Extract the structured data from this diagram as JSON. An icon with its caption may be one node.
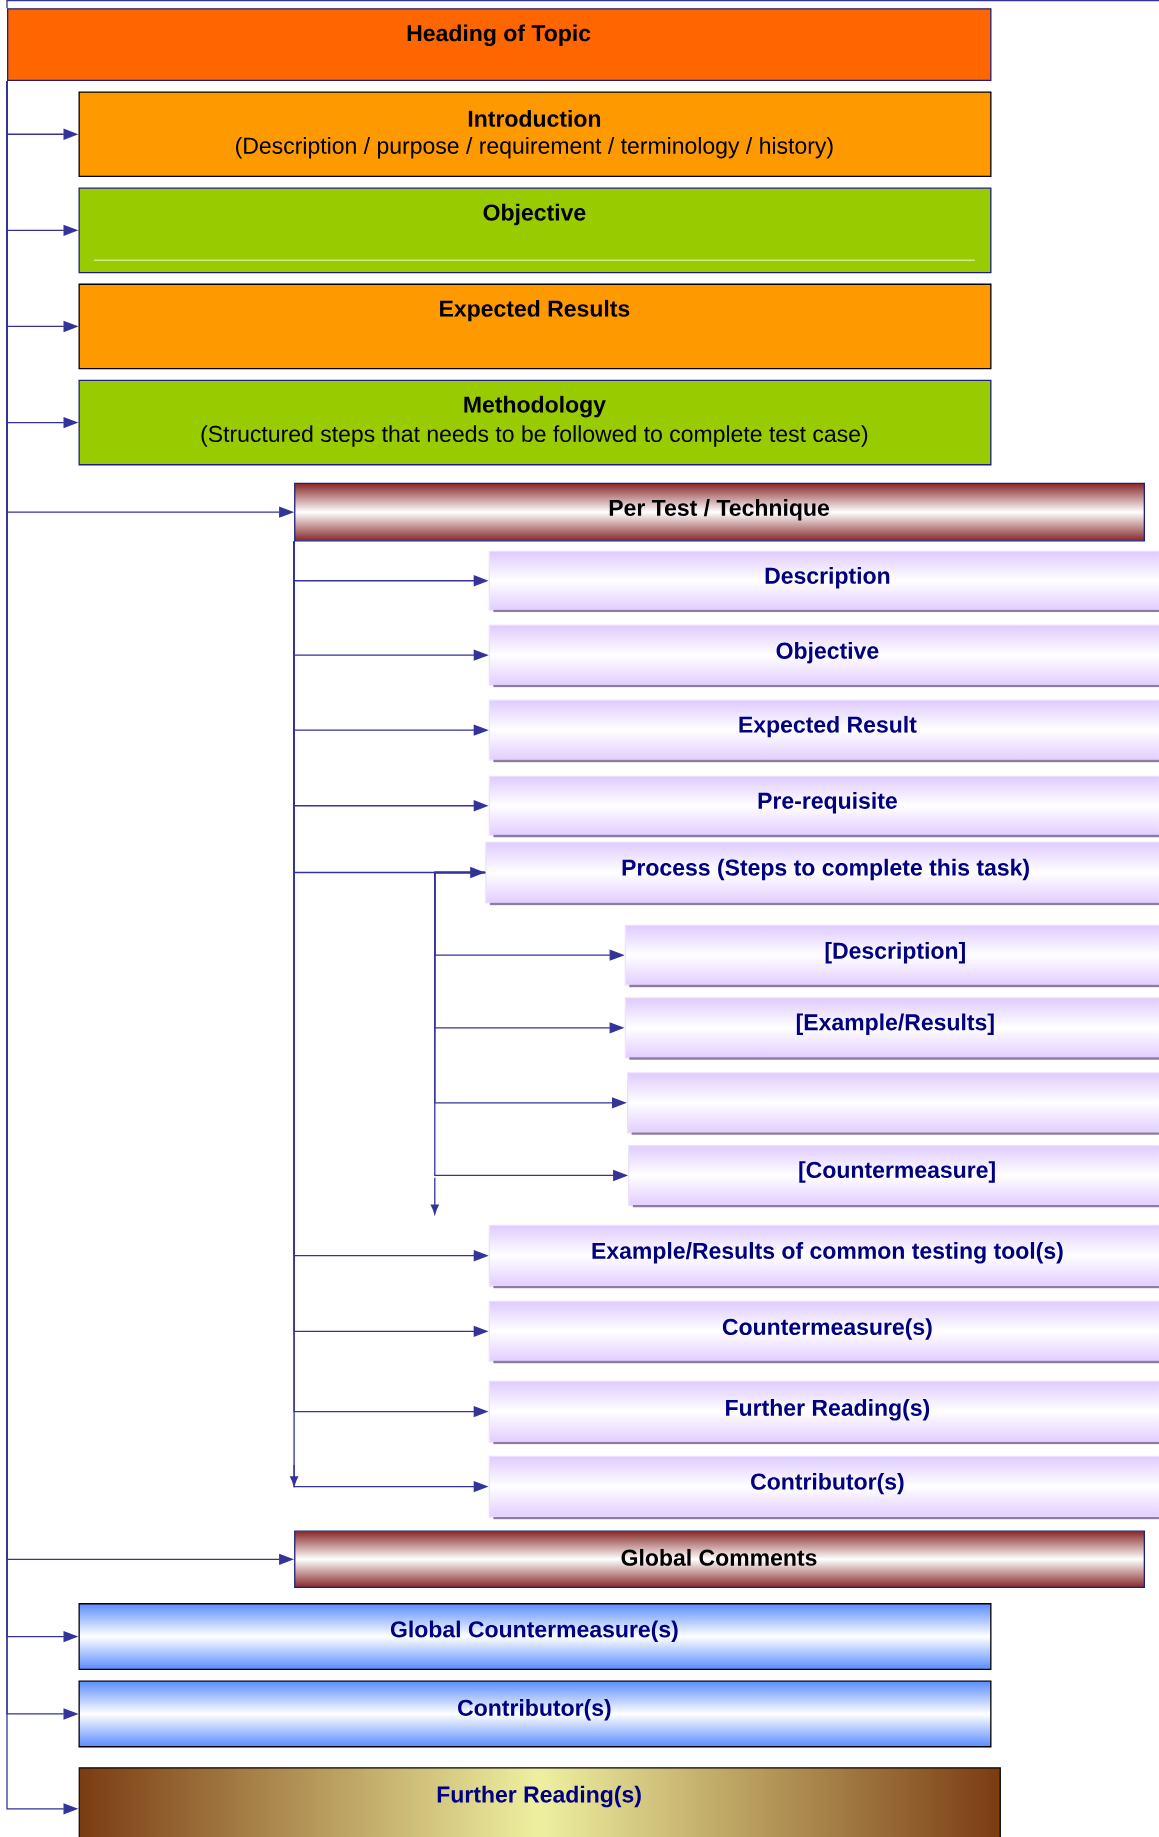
{
  "diagram": {
    "nodes": [
      {
        "text": [
          "Heading of Topic"
        ]
      },
      {
        "text": [
          "Introduction",
          "(Description / purpose / requirement / terminology / history)"
        ]
      },
      {
        "text": [
          "Objective"
        ]
      },
      {
        "text": [
          "Expected Results"
        ]
      },
      {
        "text": [
          "Methodology",
          "(Structured steps that needs to be followed to complete test case)"
        ]
      },
      {
        "text": [
          "Per Test / Technique"
        ]
      },
      {
        "text": [
          "Description"
        ]
      },
      {
        "text": [
          "Objective"
        ]
      },
      {
        "text": [
          "Expected Result"
        ]
      },
      {
        "text": [
          "Pre-requisite"
        ]
      },
      {
        "text": [
          "Process (Steps to complete this task)"
        ]
      },
      {
        "text": [
          "[Description]"
        ]
      },
      {
        "text": [
          "[Example/Results]"
        ]
      },
      {
        "text": [],
        "shape": "box"
      },
      {
        "text": [
          "[Countermeasure]"
        ]
      },
      {
        "text": [
          "Example/Results of common testing tool(s)"
        ]
      },
      {
        "text": [
          "Countermeasure(s)"
        ]
      },
      {
        "text": [
          "Further Reading(s)"
        ]
      },
      {
        "text": [
          "Contributor(s)"
        ]
      },
      {
        "text": [
          "Global Comments"
        ]
      },
      {
        "text": [
          "Global Countermeasure(s)"
        ]
      },
      {
        "text": [
          "Contributor(s)"
        ]
      },
      {
        "text": [
          "Further Reading(s)"
        ]
      }
    ],
    "edges": [
      {
        "from": 0,
        "to": 1,
        "arrow": "to"
      },
      {
        "from": 0,
        "to": 2,
        "arrow": "to"
      },
      {
        "from": 0,
        "to": 3,
        "arrow": "to"
      },
      {
        "from": 0,
        "to": 4,
        "arrow": "to"
      },
      {
        "from": 0,
        "to": 5,
        "arrow": "to"
      },
      {
        "from": 5,
        "to": 6,
        "arrow": "to"
      },
      {
        "from": 5,
        "to": 7,
        "arrow": "to"
      },
      {
        "from": 5,
        "to": 8,
        "arrow": "to"
      },
      {
        "from": 5,
        "to": 9,
        "arrow": "to"
      },
      {
        "from": 5,
        "to": 10,
        "arrow": "to"
      },
      {
        "from": 10,
        "to": 11,
        "arrow": "to"
      },
      {
        "from": 10,
        "to": 12,
        "arrow": "to"
      },
      {
        "from": 10,
        "to": 13,
        "arrow": "to"
      },
      {
        "from": 10,
        "to": 14,
        "arrow": "to"
      },
      {
        "from": 5,
        "to": 15,
        "arrow": "to"
      },
      {
        "from": 5,
        "to": 16,
        "arrow": "to"
      },
      {
        "from": 5,
        "to": 17,
        "arrow": "to"
      },
      {
        "from": 5,
        "to": 18,
        "arrow": "to"
      },
      {
        "from": 0,
        "to": 19,
        "arrow": "to"
      },
      {
        "from": 0,
        "to": 20,
        "arrow": "to"
      },
      {
        "from": 0,
        "to": 21,
        "arrow": "to"
      },
      {
        "from": 0,
        "to": 22,
        "arrow": "to"
      }
    ]
  }
}
